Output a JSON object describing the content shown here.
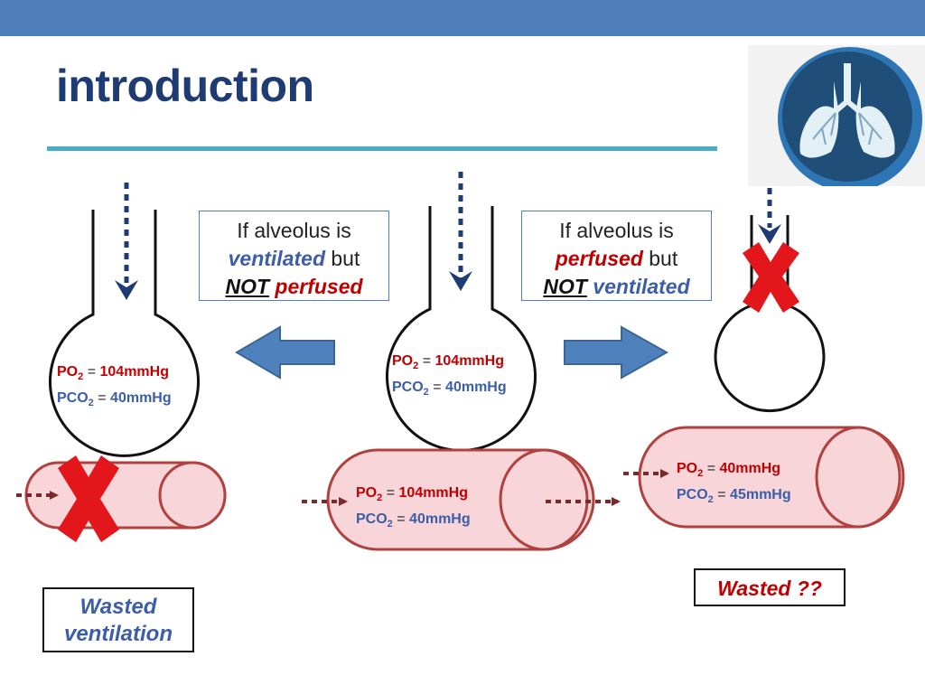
{
  "header": {
    "title": "introduction"
  },
  "logo": {
    "icon": "lungs-icon",
    "bg_color": "#1f4e79",
    "ring_color": "#2e75b6",
    "lung_color": "#e3f0f5"
  },
  "boxes": {
    "left": {
      "line1": "If alveolus is",
      "ventilated": "ventilated",
      "but": "but",
      "not": "NOT",
      "perfused": "perfused"
    },
    "right": {
      "line1": "If alveolus is",
      "perfused": "perfused",
      "but": "but",
      "not": "NOT",
      "ventilated": "ventilated"
    }
  },
  "gas_labels": {
    "po_prefix": "PO",
    "pco_prefix": "PCO",
    "sub": "2",
    "eq": "=",
    "left_alveolus": {
      "po": "104mmHg",
      "pco": "40mmHg"
    },
    "center_alveolus": {
      "po": "104mmHg",
      "pco": "40mmHg"
    },
    "center_capillary": {
      "po": "104mmHg",
      "pco": "40mmHg"
    },
    "right_capillary": {
      "po": "40mmHg",
      "pco": "45mmHg"
    }
  },
  "outcomes": {
    "wasted_ventilation_1": "Wasted",
    "wasted_ventilation_2": "ventilation",
    "wasted_perfusion": "Wasted ??"
  },
  "colors": {
    "alveolus_stroke": "#111111",
    "capillary_fill": "#f7d5d8",
    "capillary_stroke": "#b0413e",
    "dotted_blue": "#1f3b73",
    "dotted_red": "#7a2a2a",
    "block_arrow": "#4f81bd",
    "x_mark": "#e3161b"
  }
}
